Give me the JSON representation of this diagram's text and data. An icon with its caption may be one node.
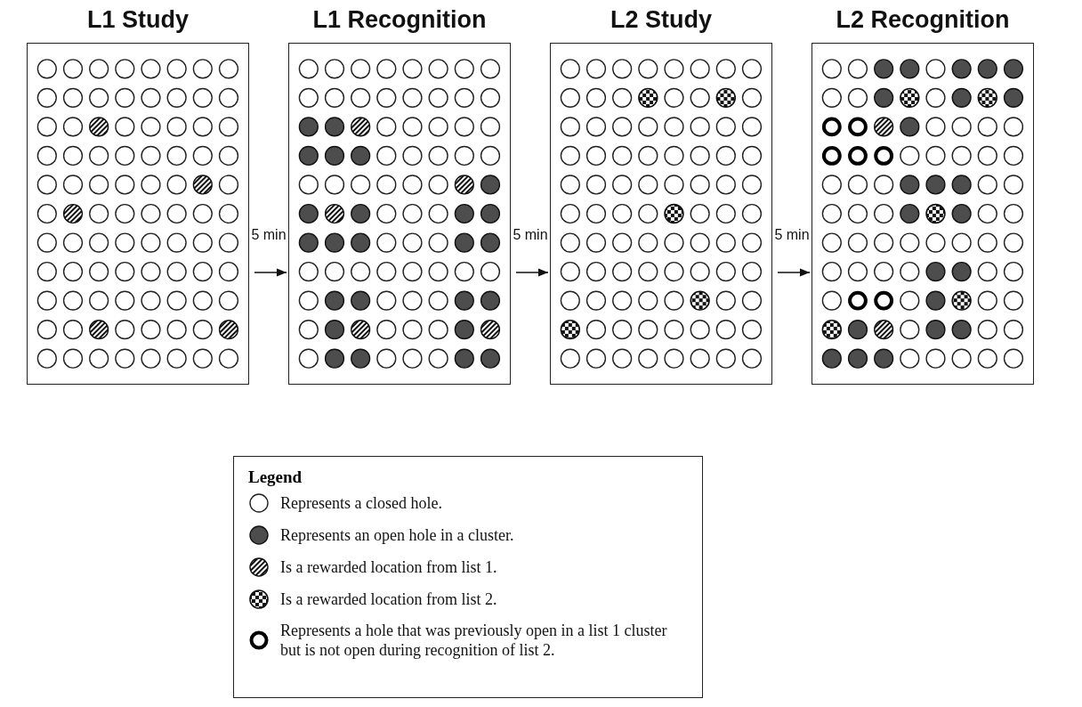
{
  "diagram": {
    "nodes": [
      {
        "text": [
          "L1 Study"
        ]
      },
      {
        "text": [
          "L1 Recognition"
        ]
      },
      {
        "text": [
          "L2 Study"
        ]
      },
      {
        "text": [
          "L2 Recognition"
        ]
      }
    ],
    "edges": [
      {
        "from": 0,
        "to": 1,
        "arrow": "to",
        "label": "5 min"
      },
      {
        "from": 1,
        "to": 2,
        "arrow": "to",
        "label": "5 min"
      },
      {
        "from": 2,
        "to": 3,
        "arrow": "to",
        "label": "5 min"
      }
    ],
    "labels": [
      "Legend"
    ],
    "legend": [
      {
        "text": "Represents a closed hole."
      },
      {
        "text": "Represents an open hole in a cluster."
      },
      {
        "text": "Is a rewarded location from list 1."
      },
      {
        "text": "Is a rewarded location from list 2."
      },
      {
        "text": "Represents a hole that was previously open in a list 1 cluster but is not open during recognition of list 2."
      }
    ]
  }
}
